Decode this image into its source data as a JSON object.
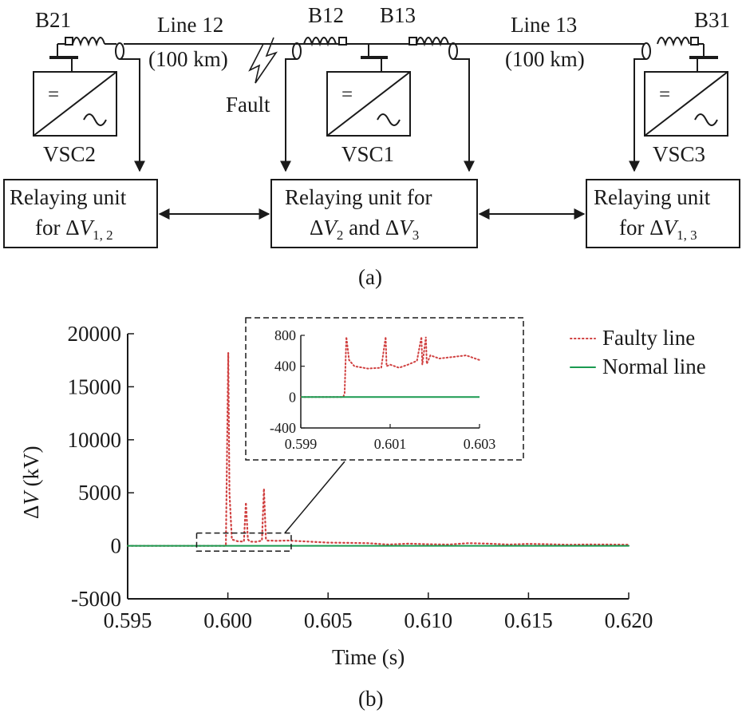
{
  "diagram": {
    "labels": {
      "b21": "B21",
      "b12": "B12",
      "b13": "B13",
      "b31": "B31",
      "line12": "Line 12",
      "line12_len": "(100 km)",
      "line13": "Line 13",
      "line13_len": "(100 km)",
      "fault": "Fault",
      "vsc1": "VSC1",
      "vsc2": "VSC2",
      "vsc3": "VSC3"
    },
    "relay_left": {
      "line1": "Relaying unit",
      "line2_prefix": "for Δ",
      "var": "V",
      "sub": "1, 2"
    },
    "relay_mid": {
      "line1": "Relaying unit for",
      "var_a": "V",
      "sub_a": "2",
      "delta": "Δ",
      "joiner": " and Δ",
      "var_b": "V",
      "sub_b": "3"
    },
    "relay_right": {
      "line1": "Relaying unit",
      "line2_prefix": "for Δ",
      "var": "V",
      "sub": "1, 3"
    },
    "converter_symbol": "=",
    "caption": "(a)"
  },
  "chart_data": {
    "type": "line",
    "caption": "(b)",
    "xlabel": "Time (s)",
    "ylabel_delta": "Δ",
    "ylabel_var": "V",
    "ylabel_unit": " (kV)",
    "xlim": [
      0.595,
      0.62
    ],
    "ylim": [
      -5000,
      20000
    ],
    "xticks": [
      0.595,
      0.6,
      0.605,
      0.61,
      0.615,
      0.62
    ],
    "xtick_labels": [
      "0.595",
      "0.600",
      "0.605",
      "0.610",
      "0.615",
      "0.620"
    ],
    "yticks": [
      -5000,
      0,
      5000,
      10000,
      15000,
      20000
    ],
    "ytick_labels": [
      "-5000",
      "0",
      "5000",
      "10000",
      "15000",
      "20000"
    ],
    "legend": [
      {
        "name": "Faulty line",
        "color": "#d04040",
        "style": "dotted"
      },
      {
        "name": "Normal line",
        "color": "#1a9a50",
        "style": "solid"
      }
    ],
    "series": [
      {
        "name": "Faulty line",
        "color": "#d04040",
        "x": [
          0.595,
          0.5999,
          0.60002,
          0.60008,
          0.6002,
          0.6005,
          0.6008,
          0.6009,
          0.601,
          0.6011,
          0.6014,
          0.6017,
          0.6018,
          0.6019,
          0.602,
          0.6021,
          0.6024,
          0.603,
          0.604,
          0.605,
          0.606,
          0.607,
          0.608,
          0.609,
          0.61,
          0.611,
          0.612,
          0.613,
          0.614,
          0.615,
          0.616,
          0.617,
          0.618,
          0.619,
          0.62
        ],
        "y": [
          0,
          0,
          18200,
          5000,
          600,
          420,
          400,
          4100,
          600,
          400,
          380,
          500,
          5400,
          600,
          480,
          500,
          470,
          500,
          400,
          300,
          280,
          250,
          120,
          200,
          150,
          120,
          250,
          200,
          120,
          180,
          150,
          100,
          130,
          120,
          100
        ]
      },
      {
        "name": "Normal line",
        "color": "#1a9a50",
        "x": [
          0.595,
          0.62
        ],
        "y": [
          0,
          0
        ]
      }
    ],
    "inset": {
      "xlim": [
        0.599,
        0.603
      ],
      "ylim": [
        -400,
        800
      ],
      "xticks": [
        0.599,
        0.601,
        0.603
      ],
      "xtick_labels": [
        "0.599",
        "0.601",
        "0.603"
      ],
      "yticks": [
        -400,
        0,
        400,
        800
      ],
      "ytick_labels": [
        "-400",
        "0",
        "400",
        "800"
      ],
      "faulty": {
        "x": [
          0.599,
          0.59995,
          0.59998,
          0.60002,
          0.60008,
          0.6002,
          0.6005,
          0.6008,
          0.6009,
          0.60092,
          0.601,
          0.6012,
          0.6014,
          0.6016,
          0.6017,
          0.60172,
          0.6018,
          0.60182,
          0.6019,
          0.6021,
          0.6024,
          0.6027,
          0.603
        ],
        "y": [
          0,
          0,
          50,
          780,
          480,
          400,
          370,
          380,
          780,
          400,
          420,
          380,
          420,
          470,
          780,
          420,
          780,
          430,
          540,
          500,
          520,
          540,
          480
        ]
      },
      "normal": {
        "x": [
          0.599,
          0.603
        ],
        "y": [
          0,
          0
        ]
      }
    }
  }
}
